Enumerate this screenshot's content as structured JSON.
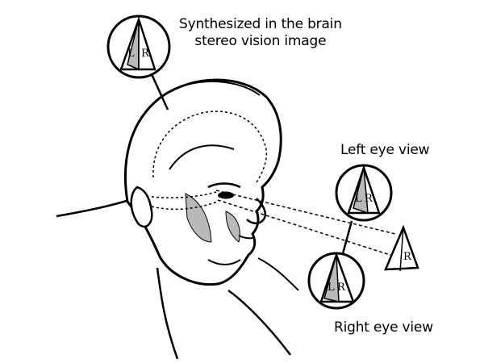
{
  "labels": {
    "brain_line1": "Synthesized in the brain",
    "brain_line2": "stereo vision image",
    "left_eye": "Left eye view",
    "right_eye": "Right eye view"
  },
  "glyphs": {
    "brain": [
      "L",
      "R"
    ],
    "left_eye": [
      "L",
      "R"
    ],
    "right_eye": [
      "L",
      "R"
    ],
    "object": "R"
  },
  "colors": {
    "ink": "#000000",
    "face_gray": "#b9b9b9",
    "background": "#ffffff"
  }
}
